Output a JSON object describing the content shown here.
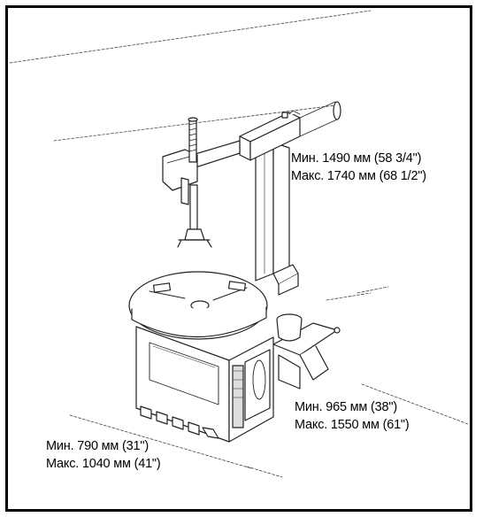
{
  "dimensions": {
    "height": {
      "min": "Мин. 1490 мм (58 3/4\")",
      "max": "Макс. 1740 мм (68 1/2\")"
    },
    "depth": {
      "min": "Мин. 965 мм (38\")",
      "max": "Макс. 1550 мм (61\")"
    },
    "width": {
      "min": "Мин. 790 мм (31\")",
      "max": "Макс. 1040 мм (41\")"
    }
  }
}
